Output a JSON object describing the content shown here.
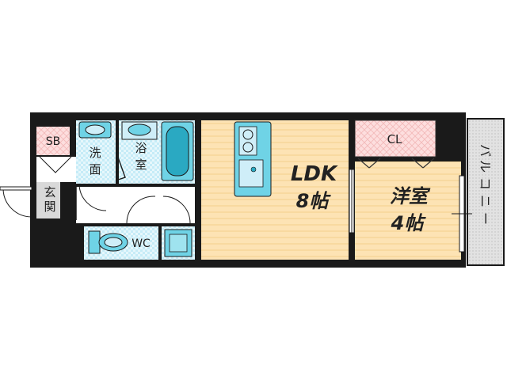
{
  "rooms": {
    "sb": "SB",
    "genkan": [
      "玄",
      "関"
    ],
    "senmen": [
      "洗",
      "面"
    ],
    "yokushitsu": [
      "浴",
      "室"
    ],
    "wc": "WC",
    "ldk": "LDK",
    "ldk_size": "8帖",
    "cl": "CL",
    "yoshitsu": "洋室",
    "yoshitsu_size": "4帖",
    "balcony": [
      "バ",
      "ル",
      "コ",
      "ニ",
      "ー"
    ]
  },
  "colors": {
    "wall": "#1a1a1a",
    "floor_wood": "#fde3b4",
    "floor_wood_line": "#f3cf8c",
    "room_pink": "#fddede",
    "room_pink_line": "#f2b8b8",
    "wet_tile": "#cfeef8",
    "fixture_cyan": "#6fd3e6",
    "fixture_dark": "#2aa9c2",
    "balcony_gray": "#d4d4d4",
    "entry_gray": "#d9d9d9"
  }
}
